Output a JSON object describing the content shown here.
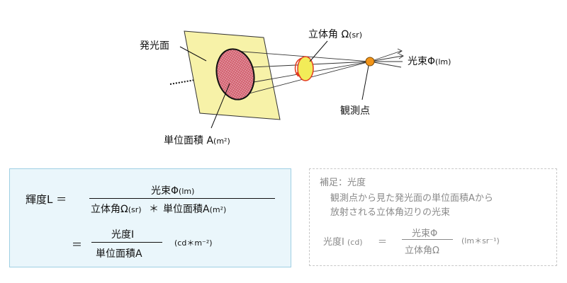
{
  "diagram": {
    "emitting_surface": "発光面",
    "solid_angle_text": "立体角 Ω",
    "solid_angle_unit": "(sr)",
    "luminous_flux_text": "光束Φ",
    "luminous_flux_unit": "(lm)",
    "observation_point": "観測点",
    "unit_area_text": "単位面積 A",
    "unit_area_unit": "(m²)"
  },
  "equations": {
    "luminance_lhs": "輝度L ＝",
    "flux_numerator": "光束Φ",
    "flux_numerator_unit": "(lm)",
    "solid_angle_den": "立体角Ω",
    "solid_angle_den_unit": "(sr)",
    "times_symbol": "＊",
    "unit_area_den": "単位面積A",
    "unit_area_den_unit": "(m²)",
    "second_eq": "＝",
    "intensity_numerator": "光度I",
    "unit_area_den2": "単位面積A",
    "luminance_unit": "(cd＊m⁻²)"
  },
  "note": {
    "title": "補足：光度",
    "line1": "観測点から見た発光面の単位面積Aから",
    "line2": "放射される立体角辺りの光束",
    "intensity_lhs": "光度I",
    "intensity_lhs_unit": "(cd)",
    "equals": "＝",
    "numerator": "光束Φ",
    "denominator": "立体角Ω",
    "unit": "(lm＊sr⁻¹)"
  },
  "colors": {
    "surface_fill": "#f7f2a8",
    "ellipse_fill": "#d0606e",
    "ellipse_dots": "#ecaab4",
    "cone_fill": "#f2ec58",
    "cone_stroke": "#e23b20",
    "point_fill": "#f29418",
    "panel_bg": "#eaf6fb",
    "panel_border": "#9fcfe3",
    "note_text": "#8a8a8a"
  }
}
